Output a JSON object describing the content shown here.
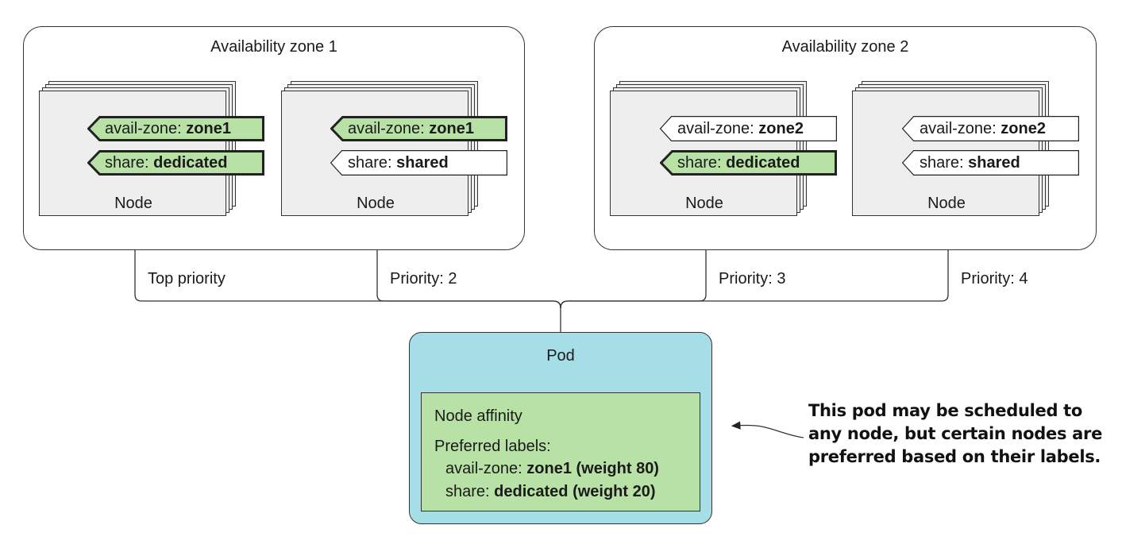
{
  "zones": [
    {
      "title": "Availability zone 1",
      "nodes": [
        {
          "label": "Node",
          "tags": [
            {
              "key": "avail-zone: ",
              "value": "zone1",
              "matched": true
            },
            {
              "key": "share: ",
              "value": "dedicated",
              "matched": true
            }
          ]
        },
        {
          "label": "Node",
          "tags": [
            {
              "key": "avail-zone: ",
              "value": "zone1",
              "matched": true
            },
            {
              "key": "share: ",
              "value": "shared",
              "matched": false
            }
          ]
        }
      ]
    },
    {
      "title": "Availability zone 2",
      "nodes": [
        {
          "label": "Node",
          "tags": [
            {
              "key": "avail-zone: ",
              "value": "zone2",
              "matched": false
            },
            {
              "key": "share: ",
              "value": "dedicated",
              "matched": true
            }
          ]
        },
        {
          "label": "Node",
          "tags": [
            {
              "key": "avail-zone: ",
              "value": "zone2",
              "matched": false
            },
            {
              "key": "share: ",
              "value": "shared",
              "matched": false
            }
          ]
        }
      ]
    }
  ],
  "priorities": [
    "Top priority",
    "Priority: 2",
    "Priority: 3",
    "Priority: 4"
  ],
  "pod": {
    "title": "Pod",
    "affinity": {
      "heading": "Node affinity",
      "subheading": "Preferred labels:",
      "rules": [
        {
          "key": "avail-zone: ",
          "value": "zone1 (weight 80)"
        },
        {
          "key": "share: ",
          "value": "dedicated (weight 20)"
        }
      ]
    }
  },
  "note": [
    "This pod may be scheduled to",
    "any node, but certain nodes are",
    "preferred based on their labels."
  ],
  "colors": {
    "matched_tag": "#b8e1a6",
    "unmatched_tag": "#ffffff",
    "node": "#eeeeee",
    "pod": "#a5dee6",
    "affinity": "#b8e1a6",
    "stroke": "#333333"
  }
}
